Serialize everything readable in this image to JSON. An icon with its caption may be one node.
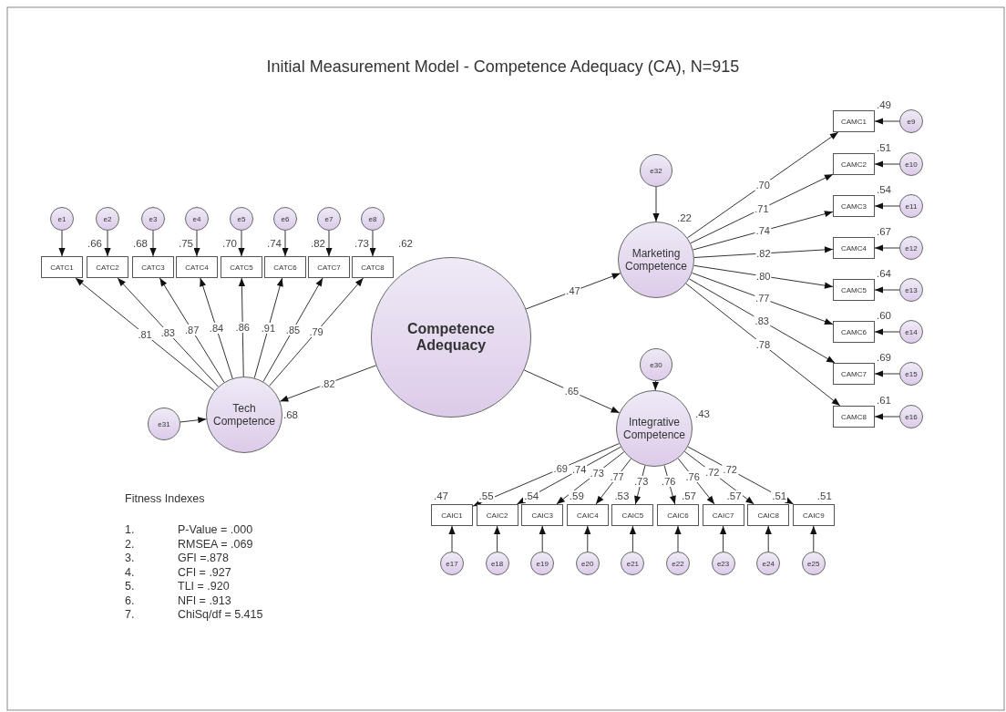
{
  "diagram": {
    "title": "Initial Measurement Model - Competence Adequacy (CA), N=915",
    "nodes": [
      {
        "text": [
          "Competence Adequacy"
        ]
      },
      {
        "text": [
          "Tech Competence"
        ],
        "beside": [
          ".68"
        ]
      },
      {
        "text": [
          "Marketing Competence"
        ],
        "beside": [
          ".22"
        ]
      },
      {
        "text": [
          "Integrative Competence"
        ],
        "beside": [
          ".43"
        ]
      },
      {
        "text": [
          "e31"
        ]
      },
      {
        "text": [
          "e32"
        ]
      },
      {
        "text": [
          "e30"
        ]
      },
      {
        "text": [
          "CATC1"
        ],
        "beside": [
          ".66"
        ]
      },
      {
        "text": [
          "CATC2"
        ],
        "beside": [
          ".68"
        ]
      },
      {
        "text": [
          "CATC3"
        ],
        "beside": [
          ".75"
        ]
      },
      {
        "text": [
          "CATC4"
        ],
        "beside": [
          ".70"
        ]
      },
      {
        "text": [
          "CATC5"
        ],
        "beside": [
          ".74"
        ]
      },
      {
        "text": [
          "CATC6"
        ],
        "beside": [
          ".82"
        ]
      },
      {
        "text": [
          "CATC7"
        ],
        "beside": [
          ".73"
        ]
      },
      {
        "text": [
          "CATC8"
        ],
        "beside": [
          ".62"
        ]
      },
      {
        "text": [
          "e1"
        ]
      },
      {
        "text": [
          "e2"
        ]
      },
      {
        "text": [
          "e3"
        ]
      },
      {
        "text": [
          "e4"
        ]
      },
      {
        "text": [
          "e5"
        ]
      },
      {
        "text": [
          "e6"
        ]
      },
      {
        "text": [
          "e7"
        ]
      },
      {
        "text": [
          "e8"
        ]
      },
      {
        "text": [
          "CAMC1"
        ],
        "beside": [
          ".49"
        ]
      },
      {
        "text": [
          "CAMC2"
        ],
        "beside": [
          ".51"
        ]
      },
      {
        "text": [
          "CAMC3"
        ],
        "beside": [
          ".54"
        ]
      },
      {
        "text": [
          "CAMC4"
        ],
        "beside": [
          ".67"
        ]
      },
      {
        "text": [
          "CAMC5"
        ],
        "beside": [
          ".64"
        ]
      },
      {
        "text": [
          "CAMC6"
        ],
        "beside": [
          ".60"
        ]
      },
      {
        "text": [
          "CAMC7"
        ],
        "beside": [
          ".69"
        ]
      },
      {
        "text": [
          "CAMC8"
        ],
        "beside": [
          ".61"
        ]
      },
      {
        "text": [
          "e9"
        ]
      },
      {
        "text": [
          "e10"
        ]
      },
      {
        "text": [
          "e11"
        ]
      },
      {
        "text": [
          "e12"
        ]
      },
      {
        "text": [
          "e13"
        ]
      },
      {
        "text": [
          "e14"
        ]
      },
      {
        "text": [
          "e15"
        ]
      },
      {
        "text": [
          "e16"
        ]
      },
      {
        "text": [
          "CAIC1"
        ],
        "beside": [
          ".47"
        ]
      },
      {
        "text": [
          "CAIC2"
        ],
        "beside": [
          ".55"
        ]
      },
      {
        "text": [
          "CAIC3"
        ],
        "beside": [
          ".54"
        ]
      },
      {
        "text": [
          "CAIC4"
        ],
        "beside": [
          ".59"
        ]
      },
      {
        "text": [
          "CAIC5"
        ],
        "beside": [
          ".53"
        ]
      },
      {
        "text": [
          "CAIC6"
        ],
        "beside": [
          ".57"
        ]
      },
      {
        "text": [
          "CAIC7"
        ],
        "beside": [
          ".57"
        ]
      },
      {
        "text": [
          "CAIC8"
        ],
        "beside": [
          ".51"
        ]
      },
      {
        "text": [
          "CAIC9"
        ],
        "beside": [
          ".51"
        ]
      },
      {
        "text": [
          "e17"
        ]
      },
      {
        "text": [
          "e18"
        ]
      },
      {
        "text": [
          "e19"
        ]
      },
      {
        "text": [
          "e20"
        ]
      },
      {
        "text": [
          "e21"
        ]
      },
      {
        "text": [
          "e22"
        ]
      },
      {
        "text": [
          "e23"
        ]
      },
      {
        "text": [
          "e24"
        ]
      },
      {
        "text": [
          "e25"
        ]
      }
    ],
    "edges": [
      {
        "from": 0,
        "to": 1,
        "arrow": "to",
        "label": ".82"
      },
      {
        "from": 0,
        "to": 2,
        "arrow": "to",
        "label": ".47"
      },
      {
        "from": 0,
        "to": 3,
        "arrow": "to",
        "label": ".65"
      },
      {
        "from": 4,
        "to": 1,
        "arrow": "to"
      },
      {
        "from": 5,
        "to": 2,
        "arrow": "to"
      },
      {
        "from": 6,
        "to": 3,
        "arrow": "to"
      },
      {
        "from": 1,
        "to": 7,
        "arrow": "to",
        "label": ".81"
      },
      {
        "from": 1,
        "to": 8,
        "arrow": "to",
        "label": ".83"
      },
      {
        "from": 1,
        "to": 9,
        "arrow": "to",
        "label": ".87"
      },
      {
        "from": 1,
        "to": 10,
        "arrow": "to",
        "label": ".84"
      },
      {
        "from": 1,
        "to": 11,
        "arrow": "to",
        "label": ".86"
      },
      {
        "from": 1,
        "to": 12,
        "arrow": "to",
        "label": ".91"
      },
      {
        "from": 1,
        "to": 13,
        "arrow": "to",
        "label": ".85"
      },
      {
        "from": 1,
        "to": 14,
        "arrow": "to",
        "label": ".79"
      },
      {
        "from": 15,
        "to": 7,
        "arrow": "to"
      },
      {
        "from": 16,
        "to": 8,
        "arrow": "to"
      },
      {
        "from": 17,
        "to": 9,
        "arrow": "to"
      },
      {
        "from": 18,
        "to": 10,
        "arrow": "to"
      },
      {
        "from": 19,
        "to": 11,
        "arrow": "to"
      },
      {
        "from": 20,
        "to": 12,
        "arrow": "to"
      },
      {
        "from": 21,
        "to": 13,
        "arrow": "to"
      },
      {
        "from": 22,
        "to": 14,
        "arrow": "to"
      },
      {
        "from": 2,
        "to": 23,
        "arrow": "to",
        "label": ".70"
      },
      {
        "from": 2,
        "to": 24,
        "arrow": "to",
        "label": ".71"
      },
      {
        "from": 2,
        "to": 25,
        "arrow": "to",
        "label": ".74"
      },
      {
        "from": 2,
        "to": 26,
        "arrow": "to",
        "label": ".82"
      },
      {
        "from": 2,
        "to": 27,
        "arrow": "to",
        "label": ".80"
      },
      {
        "from": 2,
        "to": 28,
        "arrow": "to",
        "label": ".77"
      },
      {
        "from": 2,
        "to": 29,
        "arrow": "to",
        "label": ".83"
      },
      {
        "from": 2,
        "to": 30,
        "arrow": "to",
        "label": ".78"
      },
      {
        "from": 31,
        "to": 23,
        "arrow": "to"
      },
      {
        "from": 32,
        "to": 24,
        "arrow": "to"
      },
      {
        "from": 33,
        "to": 25,
        "arrow": "to"
      },
      {
        "from": 34,
        "to": 26,
        "arrow": "to"
      },
      {
        "from": 35,
        "to": 27,
        "arrow": "to"
      },
      {
        "from": 36,
        "to": 28,
        "arrow": "to"
      },
      {
        "from": 37,
        "to": 29,
        "arrow": "to"
      },
      {
        "from": 38,
        "to": 30,
        "arrow": "to"
      },
      {
        "from": 3,
        "to": 39,
        "arrow": "to",
        "label": ".69"
      },
      {
        "from": 3,
        "to": 40,
        "arrow": "to",
        "label": ".74"
      },
      {
        "from": 3,
        "to": 41,
        "arrow": "to",
        "label": ".73"
      },
      {
        "from": 3,
        "to": 42,
        "arrow": "to",
        "label": ".77"
      },
      {
        "from": 3,
        "to": 43,
        "arrow": "to",
        "label": ".73"
      },
      {
        "from": 3,
        "to": 44,
        "arrow": "to",
        "label": ".76"
      },
      {
        "from": 3,
        "to": 45,
        "arrow": "to",
        "label": ".76"
      },
      {
        "from": 3,
        "to": 46,
        "arrow": "to",
        "label": ".72"
      },
      {
        "from": 3,
        "to": 47,
        "arrow": "to",
        "label": ".72"
      },
      {
        "from": 48,
        "to": 39,
        "arrow": "to"
      },
      {
        "from": 49,
        "to": 40,
        "arrow": "to"
      },
      {
        "from": 50,
        "to": 41,
        "arrow": "to"
      },
      {
        "from": 51,
        "to": 42,
        "arrow": "to"
      },
      {
        "from": 52,
        "to": 43,
        "arrow": "to"
      },
      {
        "from": 53,
        "to": 44,
        "arrow": "to"
      },
      {
        "from": 54,
        "to": 45,
        "arrow": "to"
      },
      {
        "from": 55,
        "to": 46,
        "arrow": "to"
      },
      {
        "from": 56,
        "to": 47,
        "arrow": "to"
      }
    ],
    "labels": [
      "Fitness Indexes",
      "1.",
      "P-Value = .000",
      "2.",
      "RMSEA = .069",
      "3.",
      "GFI =.878",
      "4.",
      "CFI = .927",
      "5.",
      "TLI = .920",
      "6.",
      "NFI = .913",
      "7.",
      "ChiSq/df = 5.415"
    ]
  }
}
